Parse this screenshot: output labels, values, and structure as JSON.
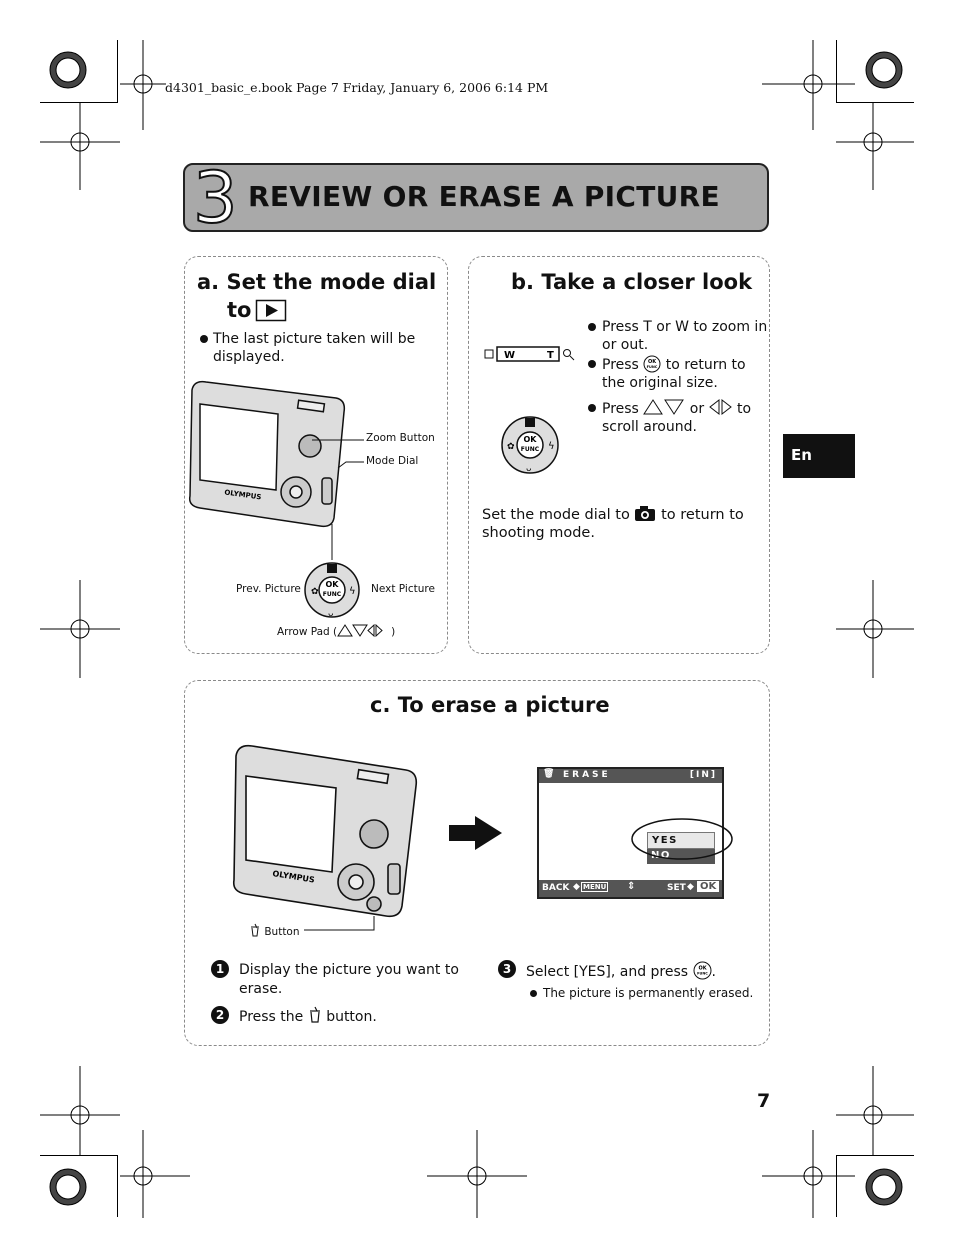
{
  "header": {
    "text": "d4301_basic_e.book  Page 7  Friday, January 6, 2006  6:14 PM"
  },
  "title": {
    "number": "3",
    "text": "REVIEW OR ERASE A PICTURE"
  },
  "section_a": {
    "heading_line1": "a.  Set the mode dial",
    "heading_line2": "to",
    "bullet_line1": "The last picture taken will be",
    "bullet_line2": "displayed.",
    "labels": {
      "zoom_button": "Zoom Button",
      "mode_dial": "Mode Dial",
      "prev_picture": "Prev. Picture",
      "next_picture": "Next Picture",
      "arrow_pad": "Arrow Pad (",
      "arrow_pad_close": ")"
    }
  },
  "section_b": {
    "heading": "b. Take a closer look",
    "bullet1_line1": "Press T or W to zoom in",
    "bullet1_line2": "or out.",
    "bullet2_pre": "Press",
    "bullet2_post": "to return to",
    "bullet2_line2": "the original size.",
    "bullet3_pre": "Press",
    "bullet3_mid": "or",
    "bullet3_post": "to",
    "bullet3_line2": "scroll around.",
    "zoom_w": "W",
    "zoom_t": "T",
    "note_pre": "Set the mode dial to",
    "note_post": "to return to",
    "note_line2": "shooting mode."
  },
  "section_c": {
    "heading": "c. To erase a picture",
    "button_label": "Button",
    "step1_num": "1",
    "step1_line1": "Display the picture you want to",
    "step1_line2": "erase.",
    "step2_num": "2",
    "step2_pre": "Press the",
    "step2_post": "button.",
    "step3_num": "3",
    "step3_text": "Select [YES], and press",
    "step3_note": "The picture is permanently erased.",
    "screen": {
      "title": "ERASE",
      "memory": "[IN]",
      "option_yes": "YES",
      "option_no": "NO",
      "back": "BACK",
      "back_icon": "MENU",
      "set": "SET",
      "set_icon": "OK"
    }
  },
  "ok_func": {
    "line1": "OK",
    "line2": "FUNC"
  },
  "language_tab": "En",
  "page_number": "7"
}
